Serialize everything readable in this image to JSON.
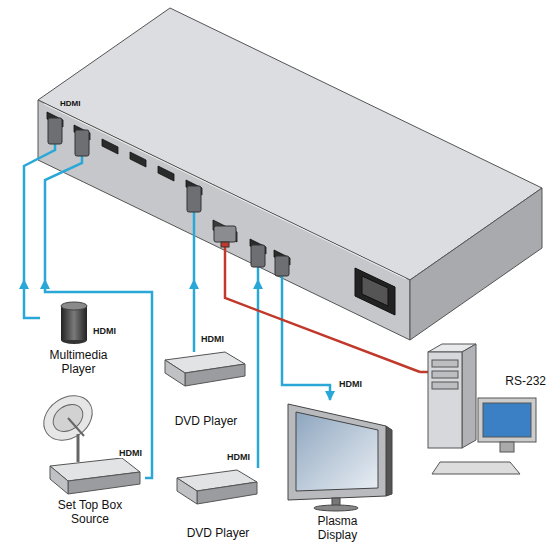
{
  "diagram": {
    "nodes": [
      {
        "text": [
          "HDMI"
        ]
      },
      {
        "text": [
          "Multimedia Player"
        ]
      },
      {
        "text": [
          "DVD Player"
        ]
      },
      {
        "text": [
          "Set Top Box Source"
        ]
      },
      {
        "text": [
          "DVD Player"
        ]
      },
      {
        "text": [
          "Plasma Display"
        ]
      },
      {
        "text": [
          "RS-232"
        ]
      }
    ],
    "edges": [
      {
        "from": 1,
        "to": 0,
        "label": "HDMI",
        "arrow": "to"
      },
      {
        "from": 3,
        "to": 0,
        "label": "HDMI",
        "arrow": "to"
      },
      {
        "from": 2,
        "to": 0,
        "label": "HDMI",
        "arrow": "to"
      },
      {
        "from": 4,
        "to": 0,
        "label": "HDMI",
        "arrow": "to"
      },
      {
        "from": 0,
        "to": 5,
        "label": "HDMI",
        "arrow": "to"
      },
      {
        "from": 0,
        "to": 6,
        "arrow": "none"
      }
    ]
  }
}
